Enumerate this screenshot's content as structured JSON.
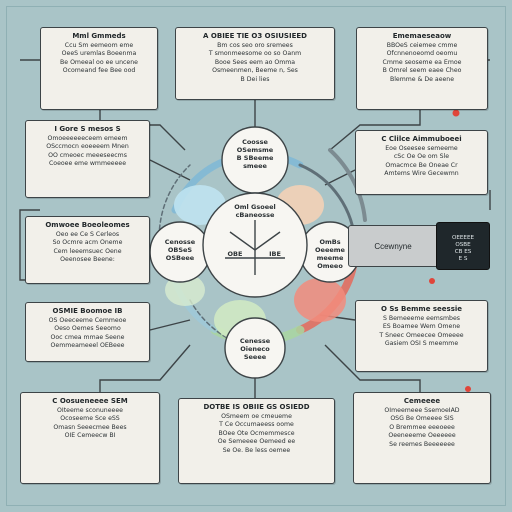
{
  "colors": {
    "background": "#a9c4c7",
    "box_fill": "#f2f0ea",
    "outline": "#3d4447",
    "accent_red": "#e0453a",
    "dark_panel": "#1f272b"
  },
  "boxes": {
    "top_left": {
      "title": "Mml Gmmeds",
      "body": "Ccu Sm eemeom eme\nOeeS uremlas Boeenma\nBe Omeeal oo ee uncene\nOcomeand fee Bee ood"
    },
    "top_center": {
      "title": "A OBIEE TIE O3 OSIUSIEED",
      "body": "Bm cos seo oro sremees\nT smonmeesome oo so Oanm\nBooe Sees eem ao Omma\nOsmeenmen, Beeme n, Ses\nB Dei lies"
    },
    "top_right": {
      "title": "Ememaeseaow",
      "body": "BBOeS ceiemee cmme\nOfcnnenoeomd oeomu\nCmme seoseme ea Emoe\nB Omrel seem eaee Cheo\nBlemme & De aeene"
    },
    "mid_left_upper": {
      "title": "I Gore S mesos S",
      "body": "Omoeeeeeeceem emeem\nOSccmocn eoeeeem Mnen\nOO cmeoec meeeseecms\nCoeoee eme wmmeeeee"
    },
    "mid_right_upper": {
      "title": "C Clilce Aimmuboeei",
      "body": "Eoe Oseesee semeeme\ncSc Oe Oe om Sle\nOmacmce Be Oneae Cr\nAmtems Wire Gecewmn"
    },
    "mid_left_middle": {
      "title": "Omwoee Boeoleomes",
      "body": "Oeo ee Ce S Cerleos\nSo Ocmre acm Oneme\nCem leeemsuec Oene\nOeenosee Beene:"
    },
    "mid_left_lower": {
      "title": "OSMIE Boomoe IB",
      "body": "OS Oeeceeme Cemmeoe\nOeso Oemes Seeomo\nOoc cmea mmae Seene\nOemmeameeel OEBeee"
    },
    "mid_right_lower": {
      "title": "O Ss Bemme seessie",
      "body": "S Bemeeeme eemsmbes\nES Boamee Wem Omene\nT Sneec Omeecee Omeeee\nGasiem OSI S meemme"
    },
    "bottom_left": {
      "title": "C Oosueneeee SEM",
      "body": "OIteeme sconuneeee\nOcoseeme Sce eSS\nOmasn Seeecmee Bees\nOIE Cemeecw BI"
    },
    "bottom_center": {
      "title": "DOTBE IS OBIIE GS OSIEDD",
      "body": "OSmeem oe cmeueme\nT Ce Occumaeess oome\nBOee Ote Ocmemmesce\nOe Semeeee Oemeed ee\nSe Oe. Be less oemee"
    },
    "bottom_right": {
      "title": "Cemeeee",
      "body": "OImeemeee SsemoeIAD\nOSG Be Omeeee SIS\nO Bremmee eeeoeee\nOeeneeeme Oeeeeee\nSe reemes Beeeeeee"
    }
  },
  "center": {
    "top_circle": "Coosse\nOSemsme\nB SBeeme\nsmeee",
    "left_circle": "Cenosse\nOBSeS\nOSBeee",
    "right_circle": "OmBs\nOeeeme\nmeeme\nOmeeo",
    "bottom_circle": "Cenesse\nOieneco\nSeeee",
    "core_top": "Oml Gsoeel\ncBaneosse",
    "core_left": "OBE",
    "core_right": "IBE"
  },
  "right_tab": {
    "label": "Ccewnyne"
  },
  "dark_panel": {
    "text": "OEEEEE\nOSBE\nCB ES\nE S"
  }
}
